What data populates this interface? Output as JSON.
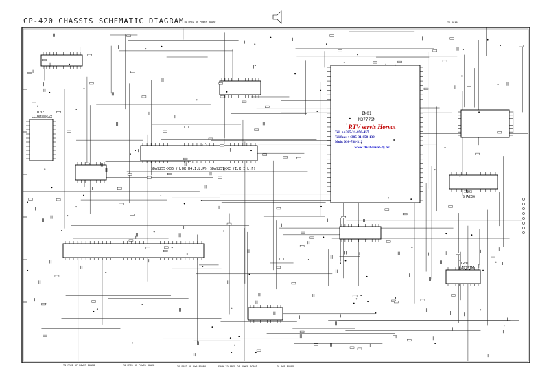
{
  "title": "CP-420 CHASSIS SCHEMATIC DIAGRAM",
  "ics": {
    "micro_ref": "IN01",
    "micro_part": "M37776M",
    "u102_ref": "U102",
    "u102_part": "LLUB6886AX",
    "video_ic": "SDA9255-X05 (H,DK,H4,I,L,P)",
    "video_ic2": "SDA9257-XC (I,K,I,L,F)",
    "u02_ref": "IN03",
    "u02_part": "SHA236",
    "ir01_ref": "IR01",
    "ir01_part": "LA7751M"
  },
  "watermark": {
    "name": "RTV servis Horvat",
    "tel": "Tel:          ++385-31-850-457",
    "telfax": "Tel/fax: ++385-31-850-139",
    "mob": "Mob:        098-788-319",
    "url": "www.rtv-horvat-dj.hr"
  },
  "connectors": {
    "bottom_1": "TO FRED OF POWER BOARD",
    "bottom_2": "TO FRED OF POWER BOARD",
    "bottom_3": "TO FRED OF PWR BOARD",
    "bottom_4": "FROM TO FRED OF POWER BOARD",
    "bottom_5": "TO RGB BOARD",
    "top_1": "TO FRED OF POWER BOARD",
    "top_2": "TO REAR"
  }
}
